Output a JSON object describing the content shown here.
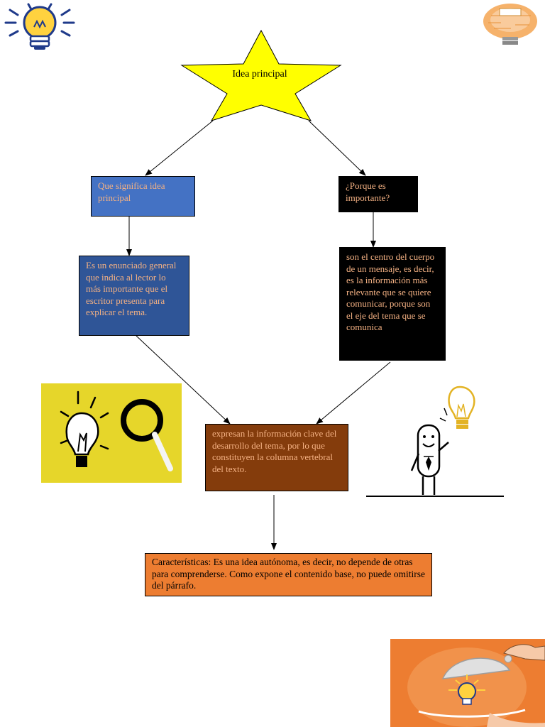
{
  "central_idea": "Idea principal",
  "left_question": "Que significa idea principal",
  "right_question": "¿Porque es importante?",
  "left_answer": "Es un enunciado general que indica al lector lo más importante que el escritor presenta para explicar el tema.",
  "right_answer": "son el centro del cuerpo de un mensaje, es decir, es la información más relevante que se quiere comunicar, porque son el eje del tema que se comunica",
  "convergence": "expresan la información clave del desarrollo del tema, por lo que constituyen la columna vertebral del texto.",
  "characteristics": "Características: Es una idea autónoma, es decir, no depende de otras para comprenderse. Como expone el contenido base, no puede omitirse del párrafo.",
  "colors": {
    "star": "#ffff00",
    "left_question_bg": "#4472c4",
    "left_answer_bg": "#2f5597",
    "right_bg": "#000000",
    "convergence_bg": "#843c0c",
    "characteristics_bg": "#ed7d31",
    "box_text_orange": "#f4b183",
    "yellow_panel": "#e6d62a",
    "orange_panel": "#ed7d31"
  },
  "icons": [
    "lightbulb-logo-icon",
    "ideas-bulb-icon",
    "lightbulb-magnifier-icon",
    "stick-figure-idea-icon",
    "serving-idea-icon"
  ]
}
